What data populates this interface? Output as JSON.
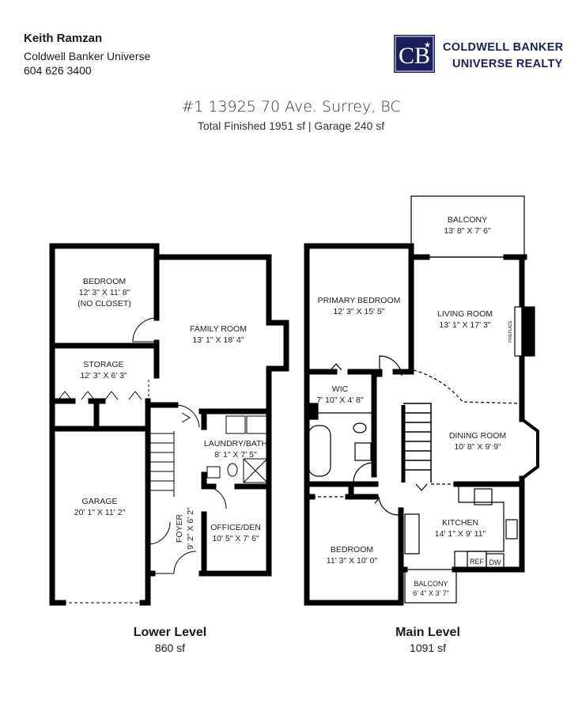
{
  "agent": {
    "name": "Keith Ramzan",
    "company": "Coldwell Banker Universe",
    "phone": "604 626 3400"
  },
  "brand": {
    "logo_letters": "CB",
    "line1": "COLDWELL BANKER",
    "line2": "UNIVERSE REALTY",
    "color": "#1c1f5c"
  },
  "property": {
    "address": "#1 13925 70 Ave. Surrey, BC",
    "totals": "Total Finished  1951 sf | Garage  240 sf"
  },
  "lower_level": {
    "name": "Lower Level",
    "area": "860 sf",
    "rooms": [
      {
        "name": "BEDROOM",
        "dims": "12' 3\" X 11' 8\"",
        "note": "(NO CLOSET)"
      },
      {
        "name": "FAMILY ROOM",
        "dims": "13' 1\" X 18' 4\""
      },
      {
        "name": "STORAGE",
        "dims": "12' 3\" X 6' 3\""
      },
      {
        "name": "LAUNDRY/BATH",
        "dims": "8' 1\" X 7' 5\""
      },
      {
        "name": "GARAGE",
        "dims": "20' 1\" X 11' 2\""
      },
      {
        "name": "FOYER",
        "dims": "9' 2\" X 6' 2\""
      },
      {
        "name": "OFFICE/DEN",
        "dims": "10' 5\" X 7' 6\""
      }
    ]
  },
  "main_level": {
    "name": "Main Level",
    "area": "1091 sf",
    "rooms": [
      {
        "name": "BALCONY",
        "dims": "13' 8\" X 7' 6\""
      },
      {
        "name": "PRIMARY BEDROOM",
        "dims": "12' 3\" X 15' 5\""
      },
      {
        "name": "LIVING ROOM",
        "dims": "13' 1\" X 17' 3\""
      },
      {
        "name": "WIC",
        "dims": "7' 10\" X 4' 8\""
      },
      {
        "name": "DINING ROOM",
        "dims": "10' 8\" X 9' 9\""
      },
      {
        "name": "KITCHEN",
        "dims": "14' 1\" X 9' 11\""
      },
      {
        "name": "BEDROOM",
        "dims": "11' 3\" X 10' 0\""
      },
      {
        "name": "BALCONY",
        "dims": "6' 4\" X 3' 7\""
      }
    ],
    "fixtures": {
      "fireplace": "FIREPLACE",
      "ref": "REF",
      "dw": "DW"
    }
  }
}
